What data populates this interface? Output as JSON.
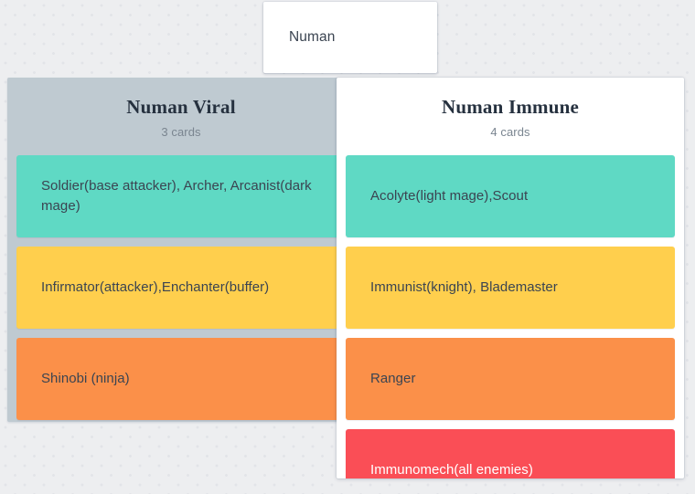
{
  "tab": {
    "label": "Numan"
  },
  "board": {
    "columns": [
      {
        "id": "numan-viral",
        "title": "Numan Viral",
        "count_label": "3 cards",
        "cards": [
          {
            "text": "Soldier(base attacker), Archer, Arcanist(dark mage)",
            "color": "#5FD9C4",
            "variant": "teal"
          },
          {
            "text": "Infirmator(attacker),Enchanter(buffer)",
            "color": "#FFCF4D",
            "variant": "yellow"
          },
          {
            "text": "Shinobi (ninja)",
            "color": "#FB9049",
            "variant": "orange"
          }
        ]
      },
      {
        "id": "numan-immune",
        "title": "Numan Immune",
        "count_label": "4 cards",
        "cards": [
          {
            "text": "Acolyte(light mage),Scout",
            "color": "#5FD9C4",
            "variant": "teal"
          },
          {
            "text": "Immunist(knight), Blademaster",
            "color": "#FFCF4D",
            "variant": "yellow"
          },
          {
            "text": "Ranger",
            "color": "#FB9049",
            "variant": "orange"
          },
          {
            "text": "Immunomech(all enemies)",
            "color": "#FA4E56",
            "variant": "red"
          }
        ]
      }
    ]
  },
  "theme": {
    "canvas_background": "#EDEEF0",
    "dot_color": "#E2E4E8",
    "column_gray": "#BFCAD1",
    "column_white": "#FFFFFF",
    "title_color": "#26313F",
    "count_color": "#7A8590",
    "card_text_color": "#3B4451"
  }
}
